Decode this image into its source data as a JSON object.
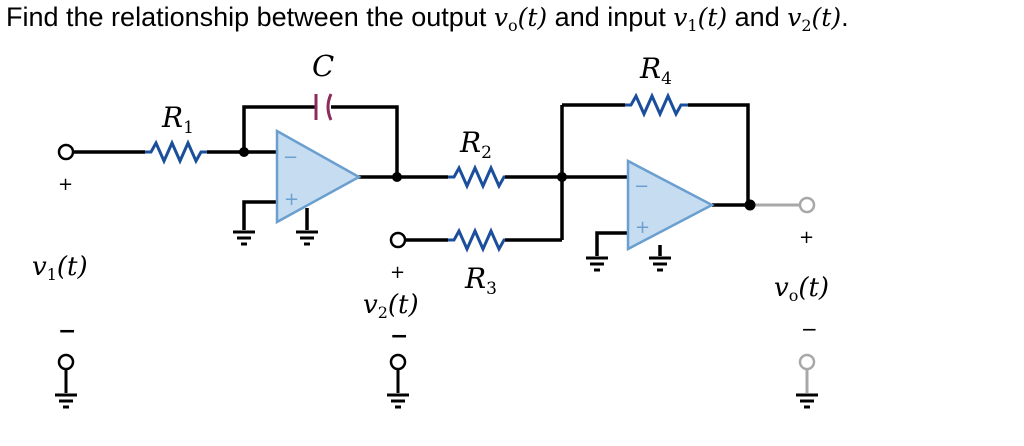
{
  "question": {
    "prefix": "Find the relationship between the output ",
    "output_symbol": "v",
    "output_sub": "o",
    "output_arg": "(t)",
    "middle": " and input ",
    "in1_symbol": "v",
    "in1_sub": "1",
    "in1_arg": "(t)",
    "and_word": " and ",
    "in2_symbol": "v",
    "in2_sub": "2",
    "in2_arg": "(t)",
    "suffix": "."
  },
  "circuit": {
    "components": {
      "c_label": "C",
      "r1_main": "R",
      "r1_sub": "1",
      "r2_main": "R",
      "r2_sub": "2",
      "r3_main": "R",
      "r3_sub": "3",
      "r4_main": "R",
      "r4_sub": "4"
    },
    "terminals": {
      "v1_main": "v",
      "v1_sub": "1",
      "v1_arg": "(t)",
      "v2_main": "v",
      "v2_sub": "2",
      "v2_arg": "(t)",
      "vo_main": "v",
      "vo_sub": "o",
      "vo_arg": "(t)",
      "plus": "+",
      "minus": "−"
    },
    "opamp_signs": {
      "inverting": "−",
      "noninverting": "+"
    }
  },
  "colors": {
    "wire": "#000000",
    "resistor": "#1b4f9c",
    "capacitor": "#8b2d5c",
    "opamp_fill": "#c6dcf1",
    "opamp_stroke": "#6a9fd0",
    "output_lead": "#a8a8a8"
  }
}
